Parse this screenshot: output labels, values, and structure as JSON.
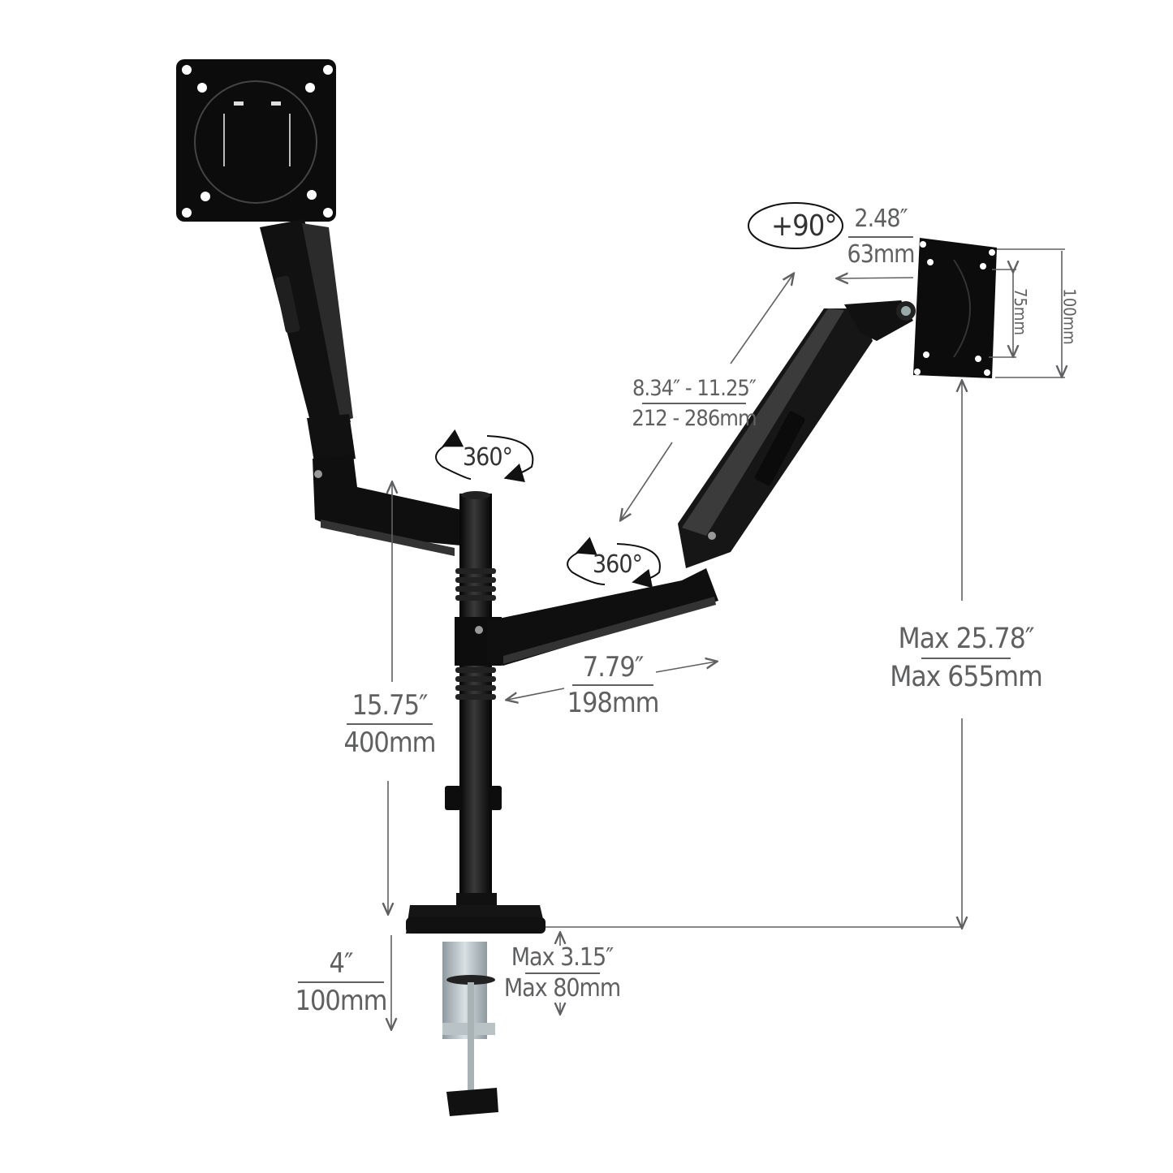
{
  "product": {
    "description": "Dual monitor arm desk mount with gas spring arm and clamp base"
  },
  "rotation_labels": {
    "pole_rotation": "360°",
    "arm_rotation": "360°",
    "tilt": "+90°"
  },
  "dimensions": {
    "plate_offset": {
      "imperial": "2.48″",
      "metric": "63mm"
    },
    "vesa_inner": "75mm",
    "vesa_outer": "100mm",
    "gas_arm_length": {
      "imperial": "8.34″ - 11.25″",
      "metric": "212 - 286mm"
    },
    "max_height": {
      "imperial": "Max 25.78″",
      "metric": "Max 655mm"
    },
    "lower_arm": {
      "imperial": "7.79″",
      "metric": "198mm"
    },
    "pole_height": {
      "imperial": "15.75″",
      "metric": "400mm"
    },
    "base_height": {
      "imperial": "4″",
      "metric": "100mm"
    },
    "desk_thickness": {
      "imperial": "Max 3.15″",
      "metric": "Max 80mm"
    }
  },
  "colors": {
    "label_gray": "#5f6062",
    "mount_black": "#141414",
    "clamp_steel": "#b9c3c6"
  }
}
